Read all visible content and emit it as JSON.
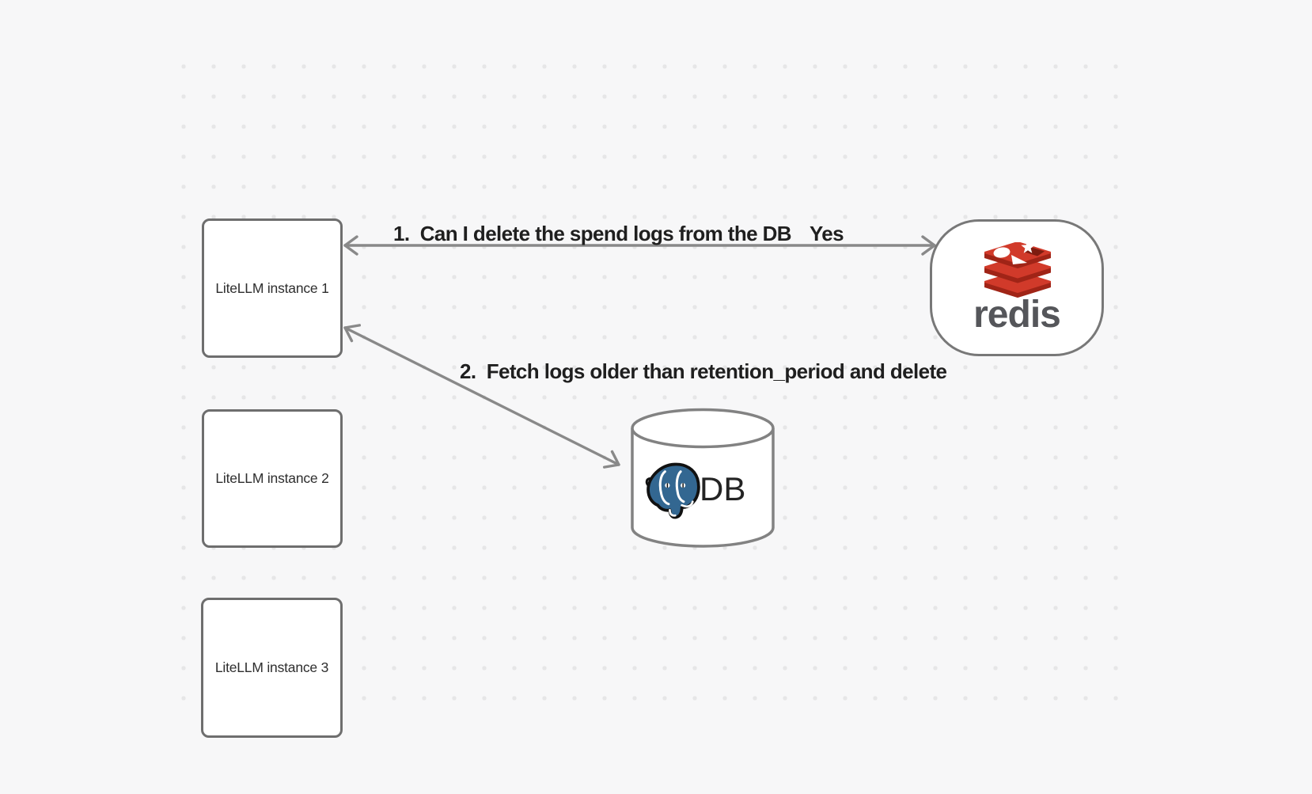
{
  "appearance": {
    "background": "#f7f7f8",
    "dot_color": "#e6e6e7",
    "node_border_gray": "#6e6e6e",
    "arrow_gray": "#898989",
    "label_color": "#1f1f1f",
    "redis_red": "#d13a2a",
    "redis_red_dark": "#a02417",
    "redis_rhombus_dark": "#7e1c10",
    "redis_wordmark_gray": "#55565a",
    "postgres_blue": "#336791"
  },
  "nodes": {
    "instances": [
      {
        "label": "LiteLLM instance 1"
      },
      {
        "label": "LiteLLM instance 2"
      },
      {
        "label": "LiteLLM instance 3"
      }
    ],
    "redis": {
      "label": "redis"
    },
    "database": {
      "label": "DB"
    }
  },
  "edges": [
    {
      "from": "LiteLLM instance 1",
      "to": "redis",
      "direction": "bidirectional",
      "label": "1.  Can I delete the spend logs from the DB",
      "response": "Yes"
    },
    {
      "from": "LiteLLM instance 1",
      "to": "DB",
      "direction": "bidirectional",
      "label": "2.  Fetch logs older than retention_period and delete"
    }
  ]
}
